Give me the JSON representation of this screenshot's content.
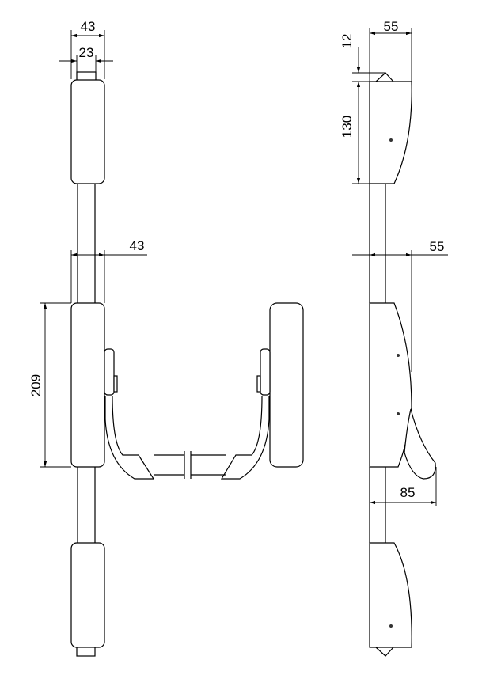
{
  "front_view": {
    "dim_top_width": "43",
    "dim_top_cap": "23",
    "dim_rod_width": "43",
    "dim_center_height": "209"
  },
  "side_view": {
    "dim_top_depth": "55",
    "dim_tip_height": "12",
    "dim_top_block_height": "130",
    "dim_mid_depth": "55",
    "dim_handle_projection": "85"
  }
}
